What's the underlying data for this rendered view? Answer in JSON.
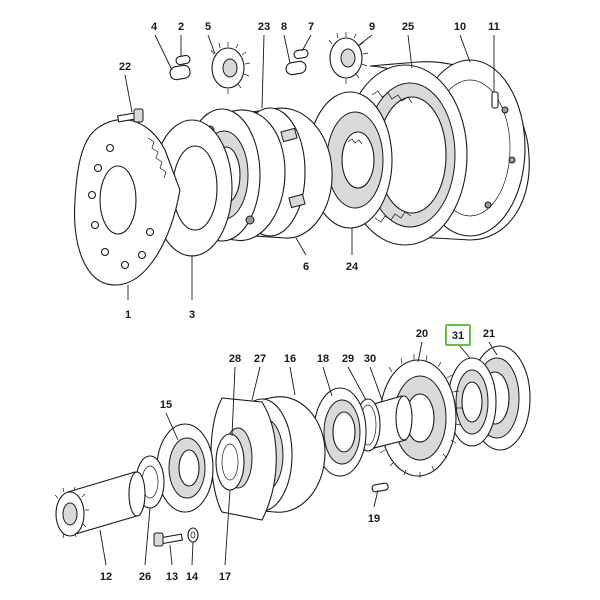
{
  "diagram": {
    "highlight_color": "#6bbf3f",
    "highlighted_label": "31",
    "upper_labels": [
      "1",
      "2",
      "3",
      "4",
      "5",
      "6",
      "7",
      "8",
      "9",
      "10",
      "11",
      "22",
      "23",
      "24",
      "25"
    ],
    "lower_labels": [
      "12",
      "13",
      "14",
      "15",
      "16",
      "17",
      "18",
      "19",
      "20",
      "21",
      "26",
      "27",
      "28",
      "29",
      "30",
      "31"
    ],
    "labels": {
      "l1": "1",
      "l2": "2",
      "l3": "3",
      "l4": "4",
      "l5": "5",
      "l6": "6",
      "l7": "7",
      "l8": "8",
      "l9": "9",
      "l10": "10",
      "l11": "11",
      "l12": "12",
      "l13": "13",
      "l14": "14",
      "l15": "15",
      "l16": "16",
      "l17": "17",
      "l18": "18",
      "l19": "19",
      "l20": "20",
      "l21": "21",
      "l22": "22",
      "l23": "23",
      "l24": "24",
      "l25": "25",
      "l26": "26",
      "l27": "27",
      "l28": "28",
      "l29": "29",
      "l30": "30",
      "l31": "31"
    }
  }
}
